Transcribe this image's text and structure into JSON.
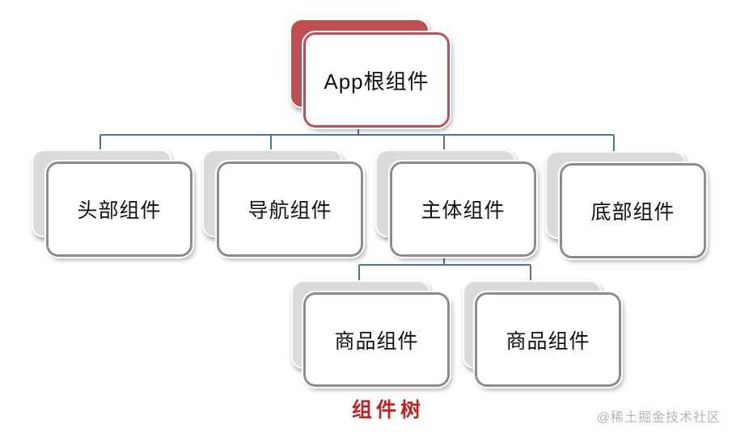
{
  "diagram": {
    "caption": "组件树",
    "watermark": "@稀土掘金技术社区",
    "root": {
      "label": "App根组件"
    },
    "level2": [
      {
        "label": "头部组件"
      },
      {
        "label": "导航组件"
      },
      {
        "label": "主体组件"
      },
      {
        "label": "底部组件"
      }
    ],
    "level3": [
      {
        "label": "商品组件"
      },
      {
        "label": "商品组件"
      }
    ],
    "colors": {
      "root_accent": "#bf5051",
      "child_fill": "#dbdbdb",
      "child_border": "#8c8c8c",
      "connector": "#4d7596",
      "caption": "#c02222",
      "watermark": "#b5b5b5"
    }
  }
}
